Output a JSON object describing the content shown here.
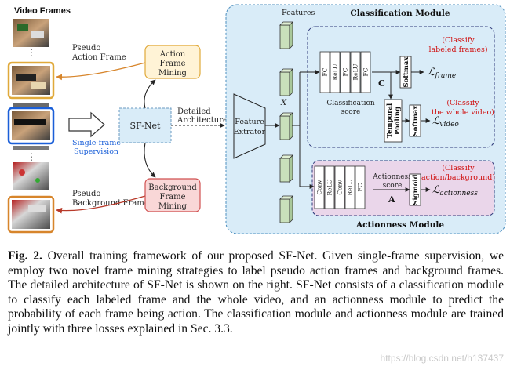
{
  "figure": {
    "video_frames_title": "Video Frames",
    "pseudo_action_label": [
      "Pseudo",
      "Action Frame"
    ],
    "action_mining": [
      "Action",
      "Frame",
      "Mining"
    ],
    "background_mining": [
      "Background",
      "Frame",
      "Mining"
    ],
    "pseudo_background_label": [
      "Pseudo",
      "Background Frame"
    ],
    "sfnet_label": "SF-Net",
    "detailed_arch_label": [
      "Detailed",
      "Architecture"
    ],
    "single_frame_label": [
      "Single-frame",
      "Supervision"
    ],
    "feature_extractor": [
      "Feature",
      "Extrator"
    ],
    "features_label": "Features",
    "x_label": "X",
    "classification_module_title": "Classification Module",
    "actionness_module_title": "Actionness Module",
    "cls_layers": [
      "FC",
      "ReLU",
      "FC",
      "ReLU",
      "FC"
    ],
    "act_layers": [
      "Conv",
      "ReLU",
      "Conv",
      "ReLU",
      "FC"
    ],
    "c_label": "C",
    "a_label": "A",
    "classification_score": [
      "Classification",
      "score"
    ],
    "actionness_score": [
      "Actionness",
      "score"
    ],
    "softmax1": "Softmax",
    "softmax2": "Softmax",
    "temporal_pooling": [
      "Temporal",
      "Pooling"
    ],
    "sigmoid": "Sigmoid",
    "loss_frame": {
      "base": "ℒ",
      "sub": "frame"
    },
    "loss_video": {
      "base": "ℒ",
      "sub": "video"
    },
    "loss_actionness": {
      "base": "ℒ",
      "sub": "actionness"
    },
    "note_frame": [
      "(Classify",
      "labeled frames)"
    ],
    "note_video": [
      "(Classify",
      "the whole video)"
    ],
    "note_actionness": [
      "(Classify",
      "action/background)"
    ],
    "colors": {
      "module_bg": "#d9ecf8",
      "module_border": "#4d8fbf",
      "inner_border": "#2f3a7a",
      "actionness_bg": "#ead6ea",
      "action_mining_fill": "#fff3d6",
      "action_mining_border": "#e0a93a",
      "bg_mining_fill": "#f9d7d7",
      "bg_mining_border": "#d05050",
      "sfnet_fill": "#d9ecf8",
      "red_text": "#d01010",
      "blue_text": "#1a5fd8",
      "orange_arrow": "#d7852b",
      "red_arrow": "#b83a2a",
      "feature_fill": "#c9e0bb"
    }
  },
  "caption": {
    "label": "Fig. 2.",
    "text": "Overall training framework of our proposed SF-Net. Given single-frame supervision, we employ two novel frame mining strategies to label pseudo action frames and background frames. The detailed architecture of SF-Net is shown on the right. SF-Net consists of a classification module to classify each labeled frame and the whole video, and an actionness module to predict the probability of each frame being action. The classification module and actionness module are trained jointly with three losses explained in Sec. 3.3."
  },
  "watermark": "https://blog.csdn.net/h137437"
}
